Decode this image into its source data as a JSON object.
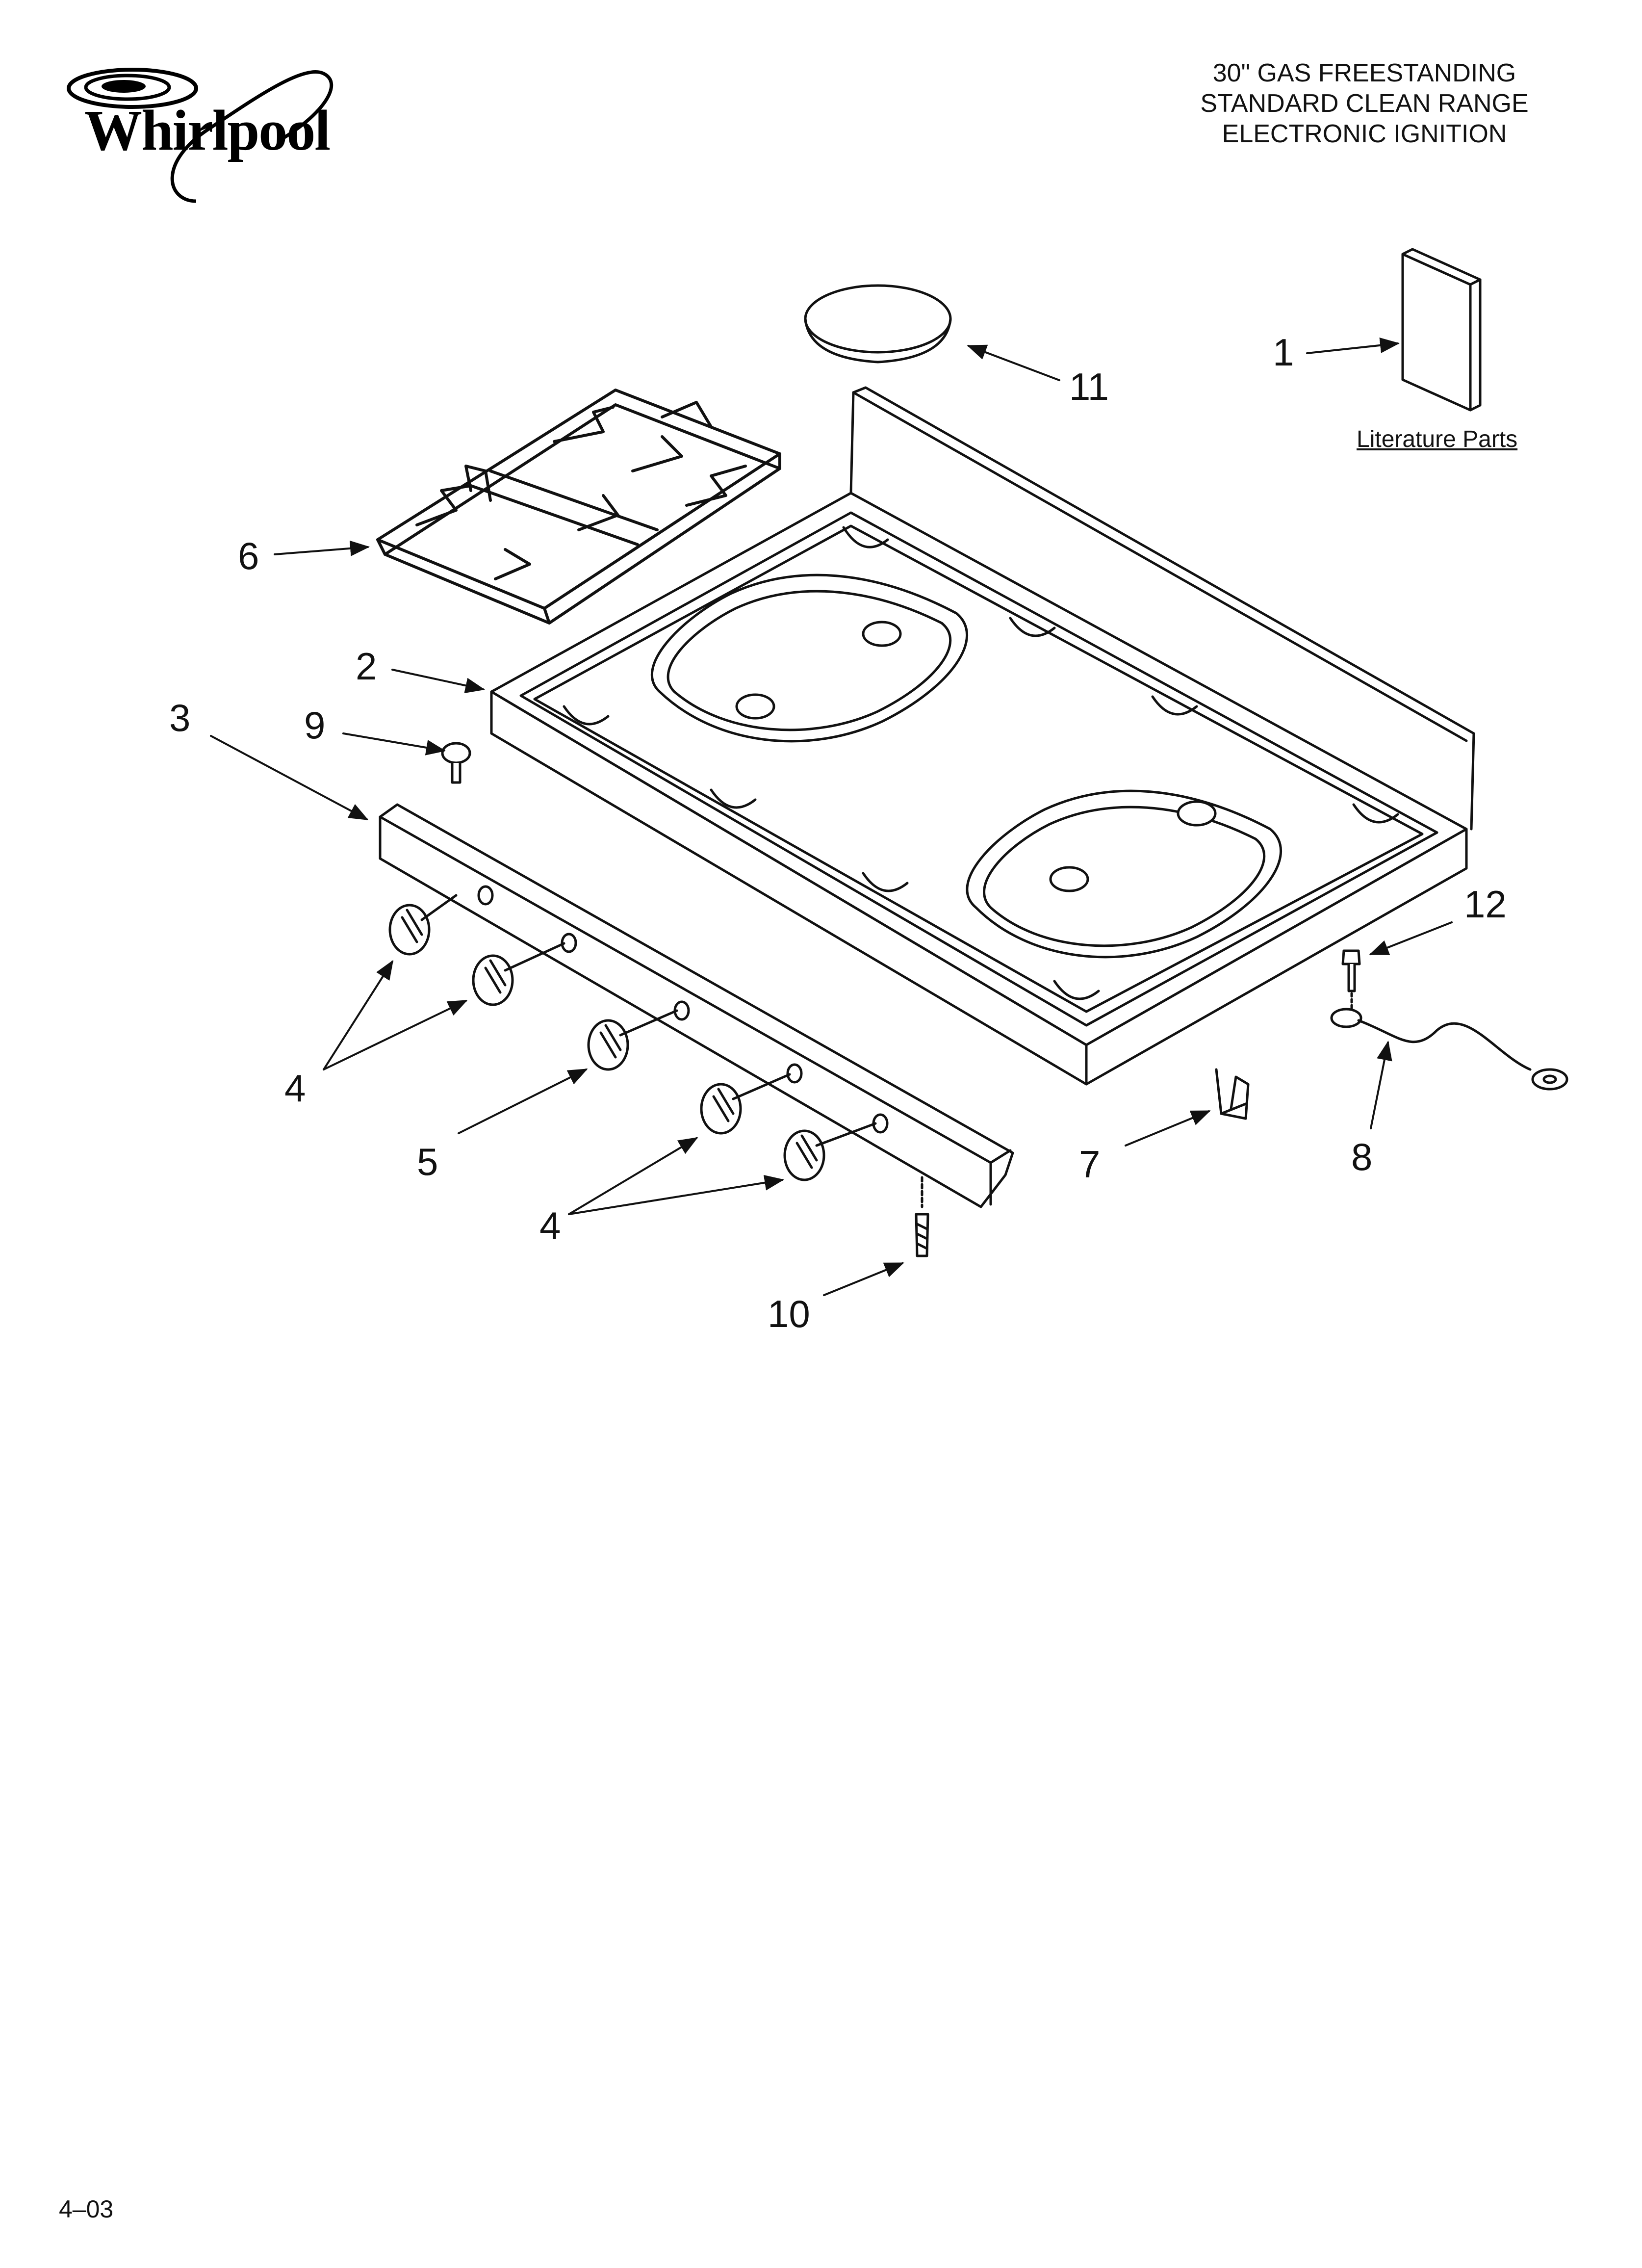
{
  "brand": {
    "logo_text": "Whirlpool"
  },
  "header": {
    "title_lines": [
      "30\" GAS FREESTANDING",
      "STANDARD CLEAN RANGE",
      "ELECTRONIC IGNITION"
    ]
  },
  "diagram": {
    "literature_label": "Literature Parts",
    "callouts": {
      "c1": "1",
      "c2": "2",
      "c3": "3",
      "c4a": "4",
      "c4b": "4",
      "c5": "5",
      "c6": "6",
      "c7": "7",
      "c8": "8",
      "c9": "9",
      "c10": "10",
      "c11": "11",
      "c12": "12"
    }
  },
  "footer": {
    "page_code": "4–03"
  }
}
